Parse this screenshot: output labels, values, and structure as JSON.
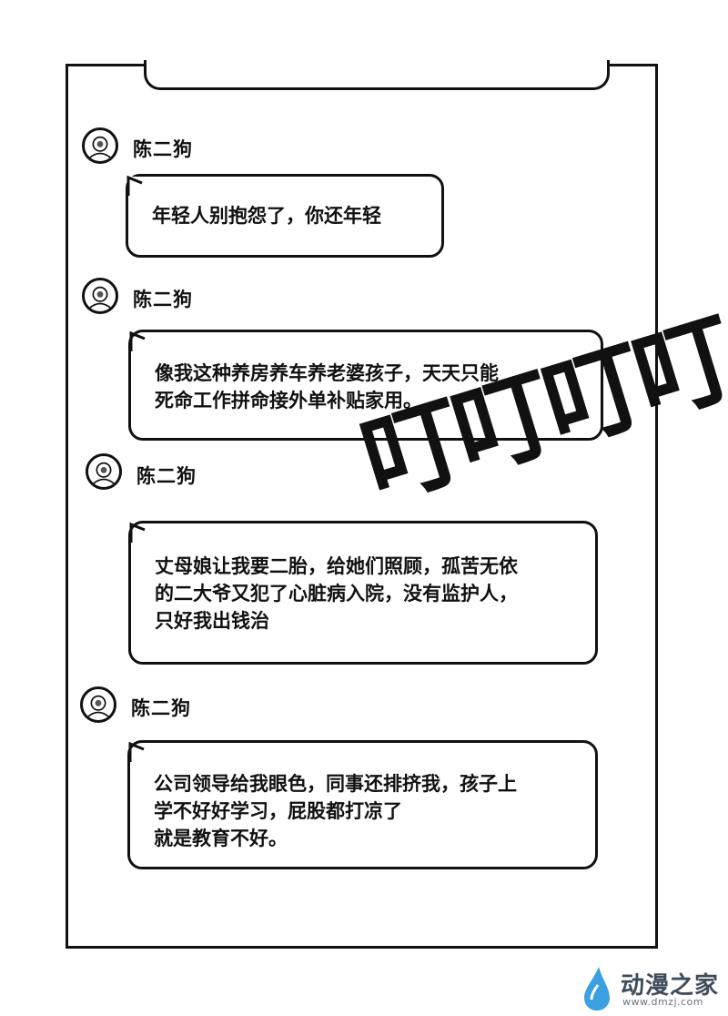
{
  "messages": [
    {
      "sender": "陈二狗",
      "lines": [
        "年轻人别抱怨了，你还年轻"
      ]
    },
    {
      "sender": "陈二狗",
      "lines": [
        "像我这种养房养车养老婆孩子，天天只能",
        "死命工作拼命接外单补贴家用。"
      ]
    },
    {
      "sender": "陈二狗",
      "lines": [
        "丈母娘让我要二胎，给她们照顾，孤苦无依",
        "的二大爷又犯了心脏病入院，没有监护人，",
        "只好我出钱治"
      ]
    },
    {
      "sender": "陈二狗",
      "lines": [
        "公司领导给我眼色，同事还排挤我，孩子上",
        "学不好好学习，屁股都打凉了",
        "就是教育不好。"
      ]
    }
  ],
  "sound_effect": "叮叮叮叮",
  "watermark": {
    "name": "动漫之家",
    "url": "www.dmzj.com",
    "color": "#3f4c5a",
    "accent": "#3aa0e0"
  }
}
